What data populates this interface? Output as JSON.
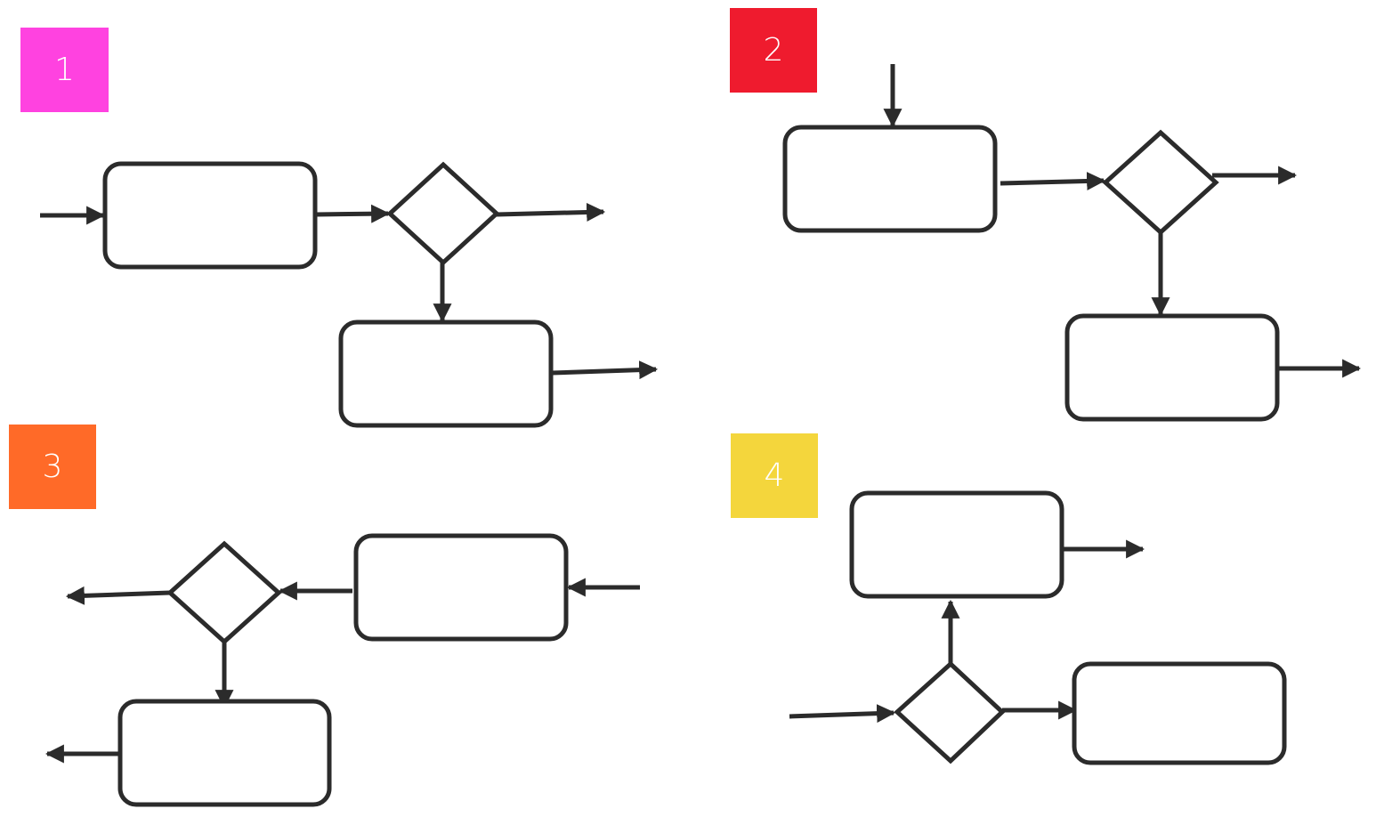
{
  "diagram": {
    "title": "",
    "stroke_color": "#2b2b2b",
    "groups": [
      {
        "id": "group-1",
        "label": "1",
        "badge_color": "#ff42e0",
        "nodes": [
          {
            "id": "g1-process-a",
            "type": "process",
            "text": ""
          },
          {
            "id": "g1-decision",
            "type": "decision",
            "text": ""
          },
          {
            "id": "g1-process-b",
            "type": "process",
            "text": ""
          }
        ],
        "edges": [
          {
            "from": "external",
            "to": "g1-process-a",
            "label": ""
          },
          {
            "from": "g1-process-a",
            "to": "g1-decision",
            "label": ""
          },
          {
            "from": "g1-decision",
            "to": "external",
            "label": ""
          },
          {
            "from": "g1-decision",
            "to": "g1-process-b",
            "label": ""
          },
          {
            "from": "g1-process-b",
            "to": "external",
            "label": ""
          }
        ]
      },
      {
        "id": "group-2",
        "label": "2",
        "badge_color": "#ef1b2e",
        "nodes": [
          {
            "id": "g2-process-a",
            "type": "process",
            "text": ""
          },
          {
            "id": "g2-decision",
            "type": "decision",
            "text": ""
          },
          {
            "id": "g2-process-b",
            "type": "process",
            "text": ""
          }
        ],
        "edges": [
          {
            "from": "external",
            "to": "g2-process-a",
            "label": ""
          },
          {
            "from": "g2-process-a",
            "to": "g2-decision",
            "label": ""
          },
          {
            "from": "g2-decision",
            "to": "external",
            "label": ""
          },
          {
            "from": "g2-decision",
            "to": "g2-process-b",
            "label": ""
          },
          {
            "from": "g2-process-b",
            "to": "external",
            "label": ""
          }
        ]
      },
      {
        "id": "group-3",
        "label": "3",
        "badge_color": "#ff6a28",
        "nodes": [
          {
            "id": "g3-process-a",
            "type": "process",
            "text": ""
          },
          {
            "id": "g3-decision",
            "type": "decision",
            "text": ""
          },
          {
            "id": "g3-process-b",
            "type": "process",
            "text": ""
          }
        ],
        "edges": [
          {
            "from": "external",
            "to": "g3-process-a",
            "label": ""
          },
          {
            "from": "g3-process-a",
            "to": "g3-decision",
            "label": ""
          },
          {
            "from": "g3-decision",
            "to": "external",
            "label": ""
          },
          {
            "from": "g3-decision",
            "to": "g3-process-b",
            "label": ""
          },
          {
            "from": "g3-process-b",
            "to": "external",
            "label": ""
          }
        ]
      },
      {
        "id": "group-4",
        "label": "4",
        "badge_color": "#f4d63c",
        "nodes": [
          {
            "id": "g4-decision",
            "type": "decision",
            "text": ""
          },
          {
            "id": "g4-process-a",
            "type": "process",
            "text": ""
          },
          {
            "id": "g4-process-b",
            "type": "process",
            "text": ""
          }
        ],
        "edges": [
          {
            "from": "external",
            "to": "g4-decision",
            "label": ""
          },
          {
            "from": "g4-decision",
            "to": "g4-process-a",
            "label": ""
          },
          {
            "from": "g4-process-a",
            "to": "external",
            "label": ""
          },
          {
            "from": "g4-decision",
            "to": "g4-process-b",
            "label": ""
          }
        ]
      }
    ]
  }
}
